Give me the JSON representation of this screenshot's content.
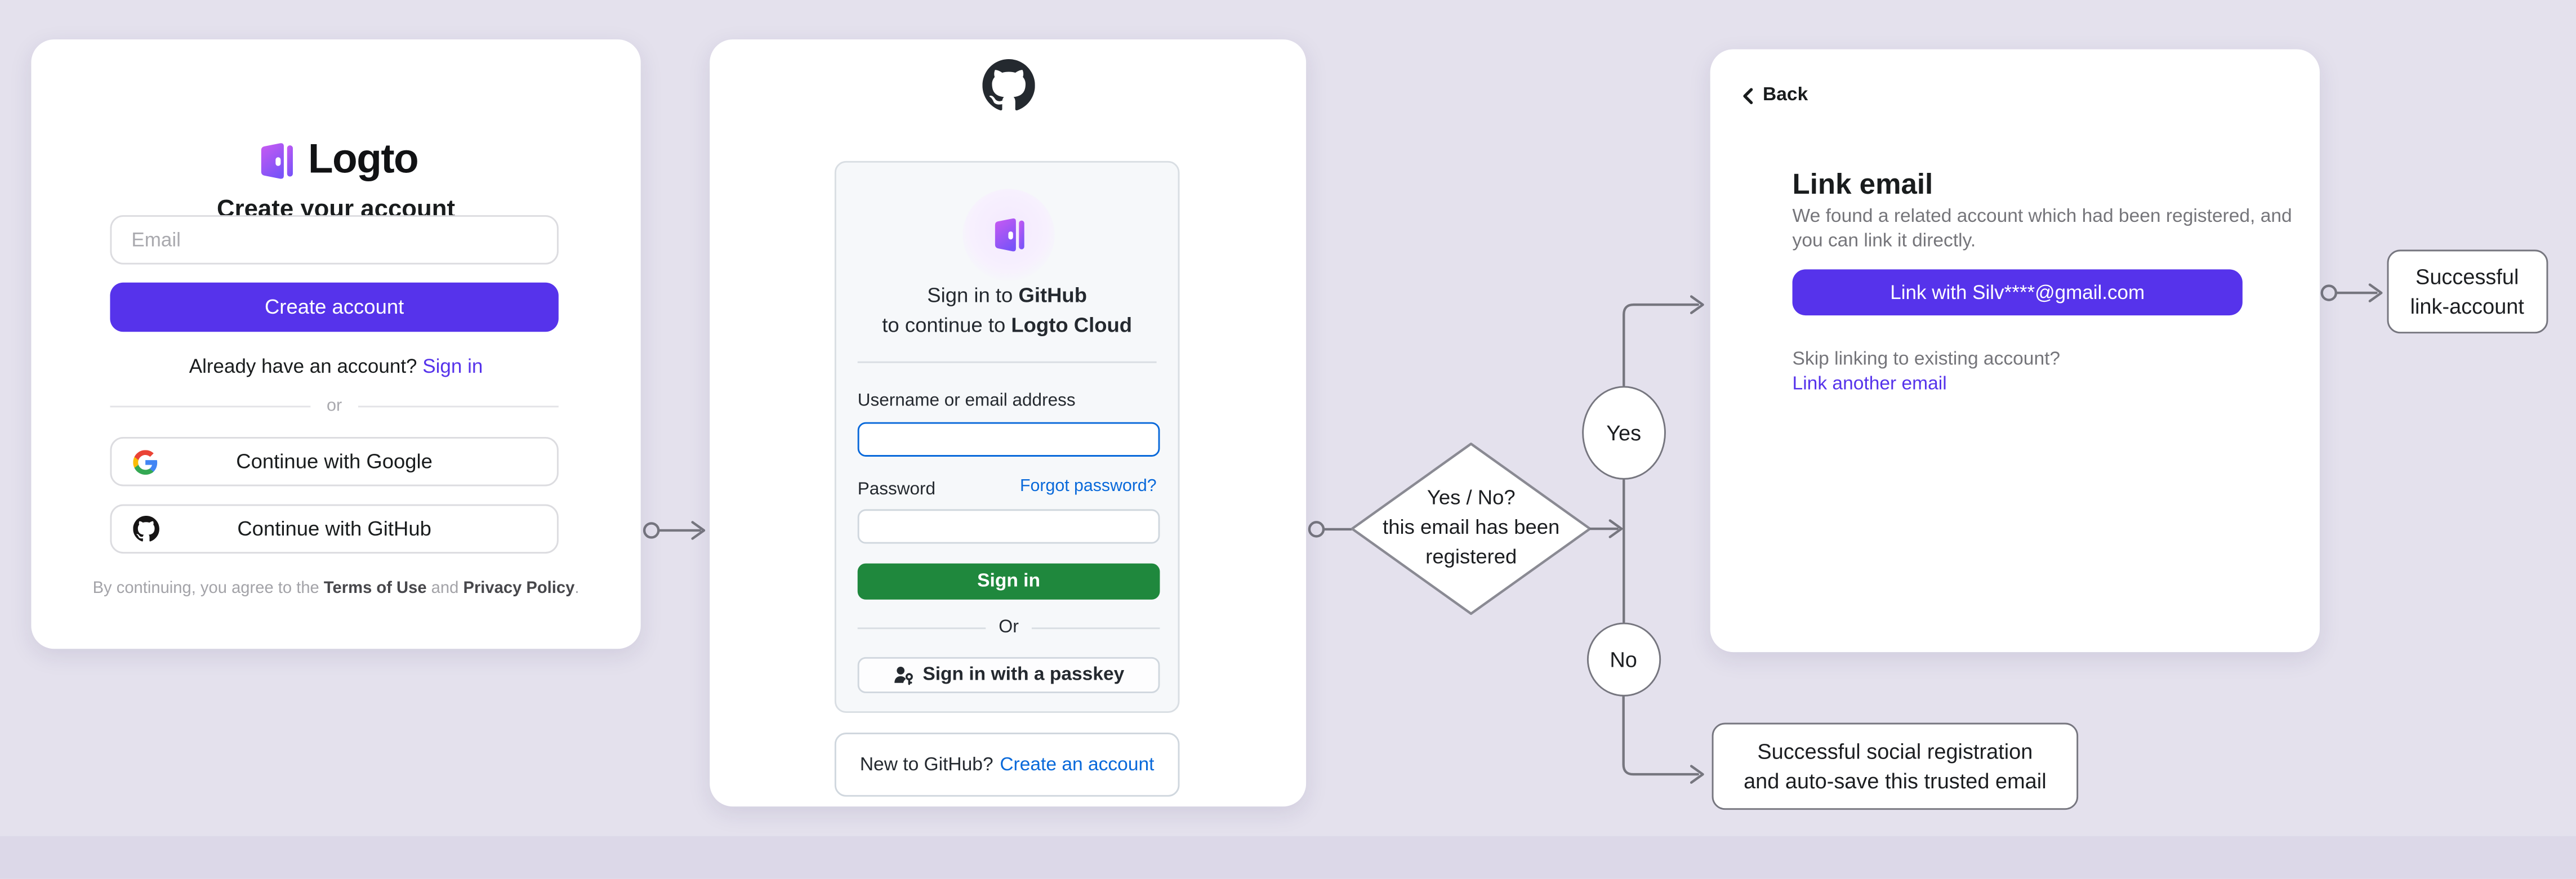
{
  "colors": {
    "background": "#e4e1ed",
    "accent_purple": "#5633eb",
    "github_green": "#1f883d",
    "github_blue": "#0969da",
    "connector_gray": "#76767f"
  },
  "signup_card": {
    "logo_text": "Logto",
    "title": "Create your account",
    "email_placeholder": "Email",
    "create_button": "Create account",
    "signin_prompt": "Already have an account?",
    "signin_link": "Sign in",
    "divider": "or",
    "google_button": "Continue with Google",
    "github_button": "Continue with GitHub",
    "terms_prefix": "By continuing, you agree to the ",
    "terms_link": "Terms of Use",
    "terms_and": " and ",
    "privacy_link": "Privacy Policy",
    "terms_suffix": "."
  },
  "github_card": {
    "heading_line1_prefix": "Sign in to ",
    "heading_line1_bold": "GitHub",
    "heading_line2_prefix": "to continue to ",
    "heading_line2_bold": "Logto Cloud",
    "username_label": "Username or email address",
    "username_value": "",
    "password_label": "Password",
    "password_value": "",
    "forgot_link": "Forgot password?",
    "signin_button": "Sign in",
    "divider": "Or",
    "passkey_button": "Sign in with a passkey",
    "footer_prefix": "New to GitHub?",
    "footer_link": "Create an account"
  },
  "link_card": {
    "back_label": "Back",
    "title": "Link email",
    "desc_line1": "We found a related account which had been registered, and",
    "desc_line2": "you can link it directly.",
    "link_button": "Link with Silv****@gmail.com",
    "skip_text": "Skip linking to existing account?",
    "link_another": "Link another email"
  },
  "flow": {
    "decision_line1": "Yes / No?",
    "decision_line2": "this email has been",
    "decision_line3": "registered",
    "yes_label": "Yes",
    "no_label": "No",
    "outcome_link_line1": "Successful",
    "outcome_link_line2": "link-account",
    "outcome_social_line1": "Successful social registration",
    "outcome_social_line2": "and auto-save this trusted email"
  }
}
